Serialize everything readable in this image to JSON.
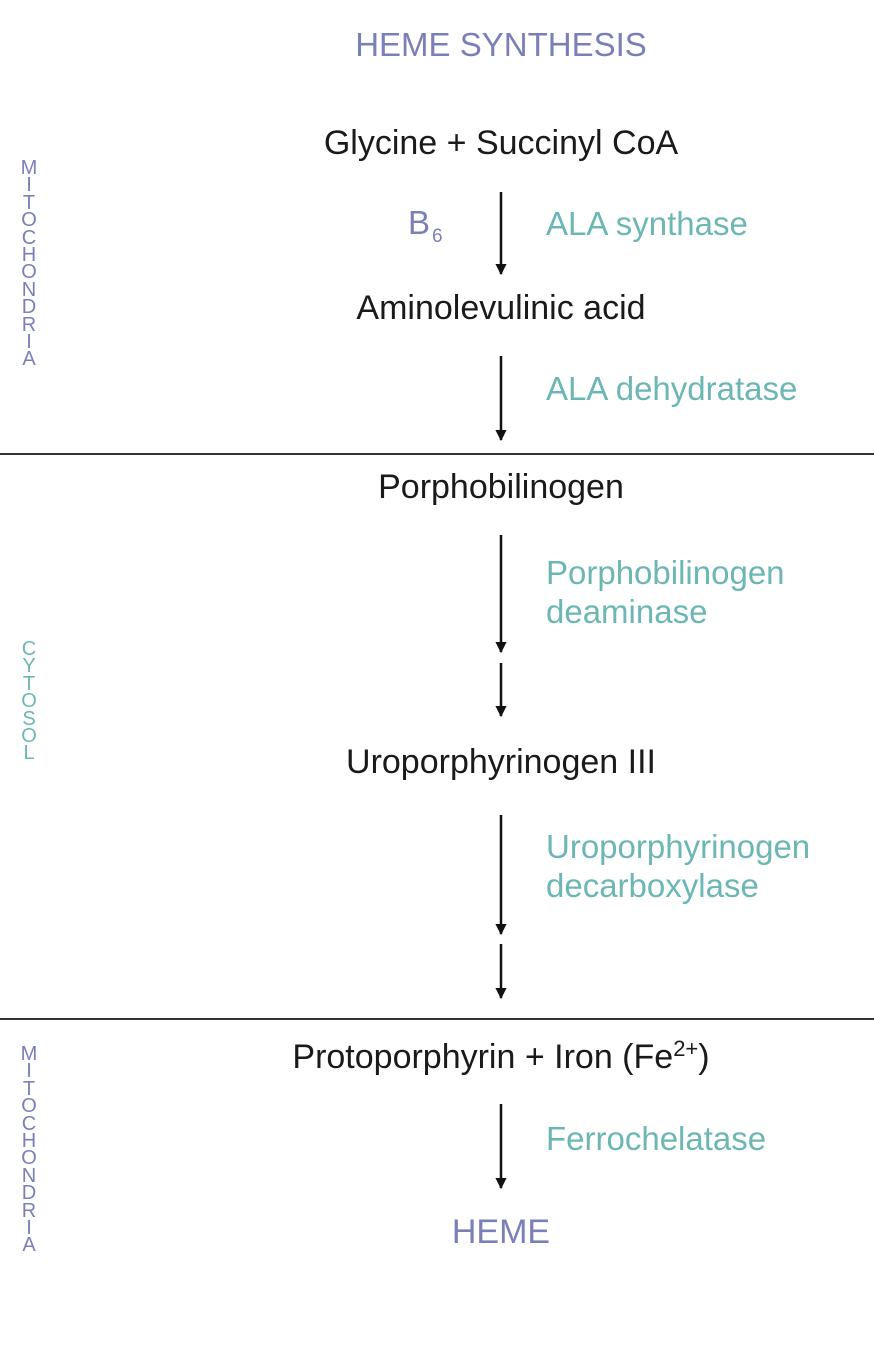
{
  "title": "HEME SYNTHESIS",
  "compartments": {
    "top": "MITOCHONDRIA",
    "middle": "CYTOSOL",
    "bottom": "MITOCHONDRIA"
  },
  "molecules": {
    "m1": "Glycine + Succinyl CoA",
    "m2": "Aminolevulinic acid",
    "m3": "Porphobilinogen",
    "m4": "Uroporphyrinogen III",
    "m5_main": "Protoporphyrin + Iron (Fe",
    "m5_charge": "2+",
    "m5_close": ")",
    "m6": "HEME"
  },
  "cofactor": {
    "base": "B",
    "sub": "6"
  },
  "enzymes": {
    "e1": "ALA synthase",
    "e2": "ALA dehydratase",
    "e3_line1": "Porphobilinogen",
    "e3_line2": "deaminase",
    "e4_line1": "Uroporphyrinogen",
    "e4_line2": "decarboxylase",
    "e5": "Ferrochelatase"
  },
  "colors": {
    "enzyme": "#6cb7b4",
    "cofactor": "#7b7fb8",
    "title": "#7b7fb8"
  }
}
